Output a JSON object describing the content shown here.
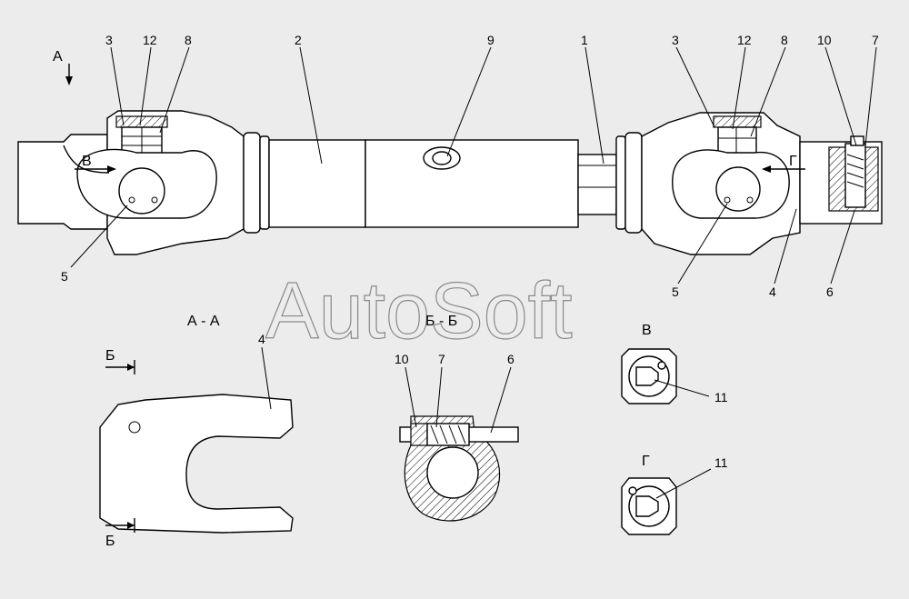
{
  "watermark": "AutoSoft",
  "views": {
    "arrow_a": "А",
    "section_aa": "А - А",
    "section_bb": "Б - Б",
    "view_v_title": "В",
    "view_g_title": "Г",
    "arrow_v": "В",
    "arrow_g": "Г",
    "cut_b_top": "Б",
    "cut_b_bottom": "Б"
  },
  "callouts": {
    "top_left": [
      "3",
      "12",
      "8"
    ],
    "top_mid": [
      "2",
      "9",
      "1"
    ],
    "top_right": [
      "3",
      "12",
      "8",
      "10",
      "7"
    ],
    "bottom_left": [
      "5"
    ],
    "bottom_right": [
      "5",
      "4",
      "6"
    ],
    "aa_part": "4",
    "bb_parts": [
      "10",
      "7",
      "6"
    ],
    "view_v_part": "11",
    "view_g_part": "11"
  }
}
